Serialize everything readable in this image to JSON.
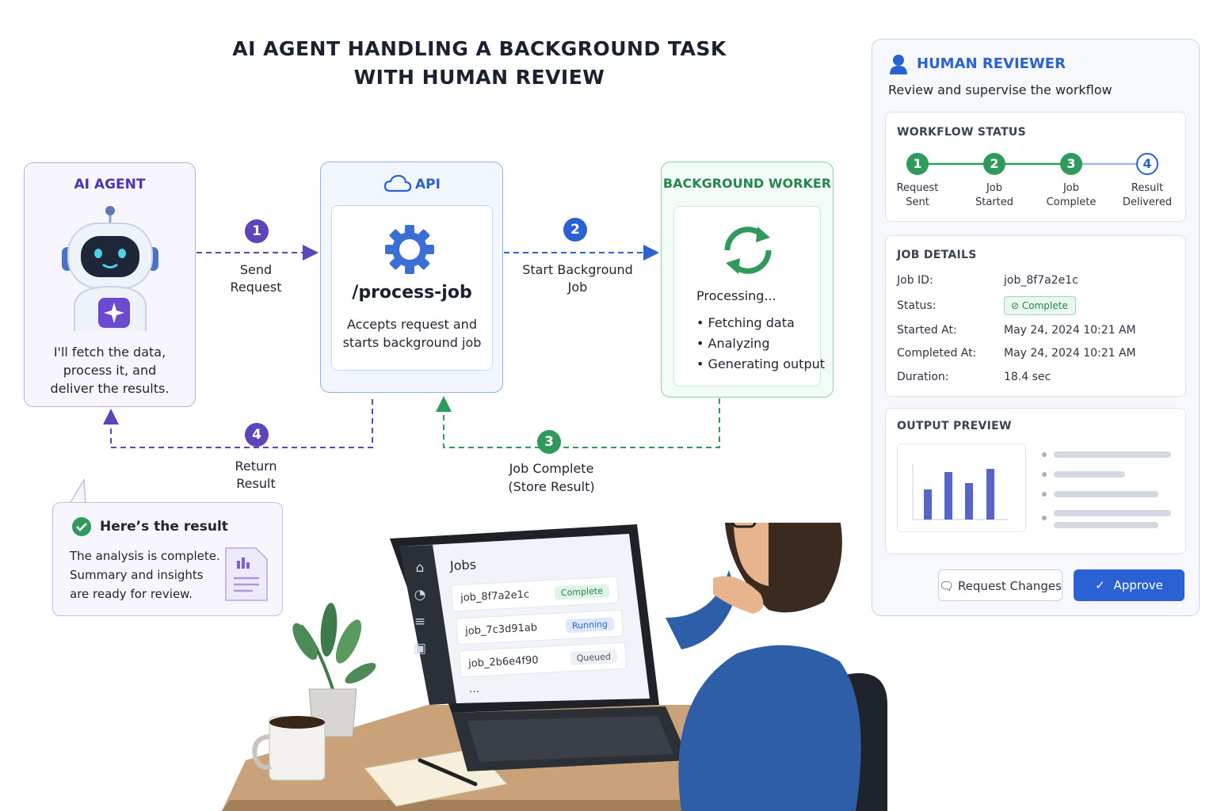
{
  "title": {
    "line1": "AI AGENT HANDLING A BACKGROUND TASK",
    "line2": "WITH HUMAN REVIEW"
  },
  "agent": {
    "title": "AI AGENT",
    "speech_lines": [
      "I'll fetch the data,",
      "process it, and",
      "deliver the results."
    ]
  },
  "api": {
    "title": "API",
    "endpoint": "/process-job",
    "desc_lines": [
      "Accepts request and",
      "starts background job"
    ]
  },
  "worker": {
    "title": "BACKGROUND WORKER",
    "status": "Processing...",
    "tasks": [
      "Fetching data",
      "Analyzing",
      "Generating output"
    ]
  },
  "flows": [
    {
      "num": "1",
      "label_lines": [
        "Send",
        "Request"
      ]
    },
    {
      "num": "2",
      "label_lines": [
        "Start Background",
        "Job"
      ]
    },
    {
      "num": "3",
      "label_lines": [
        "Job Complete",
        "(Store Result)"
      ]
    },
    {
      "num": "4",
      "label_lines": [
        "Return",
        "Result"
      ]
    }
  ],
  "result_bubble": {
    "title": "Here’s the result",
    "lines": [
      "The analysis is complete.",
      "Summary and insights",
      "are ready for review."
    ]
  },
  "laptop": {
    "heading": "Jobs",
    "jobs": [
      {
        "id": "job_8f7a2e1c",
        "status": "Complete"
      },
      {
        "id": "job_7c3d91ab",
        "status": "Running"
      },
      {
        "id": "job_2b6e4f90",
        "status": "Queued"
      }
    ],
    "more": "..."
  },
  "reviewer": {
    "title": "HUMAN REVIEWER",
    "subtitle": "Review and supervise the workflow",
    "workflow": {
      "title": "WORKFLOW STATUS",
      "steps": [
        {
          "num": "1",
          "label_lines": [
            "Request",
            "Sent"
          ]
        },
        {
          "num": "2",
          "label_lines": [
            "Job",
            "Started"
          ]
        },
        {
          "num": "3",
          "label_lines": [
            "Job",
            "Complete"
          ]
        },
        {
          "num": "4",
          "label_lines": [
            "Result",
            "Delivered"
          ]
        }
      ]
    },
    "details": {
      "title": "JOB DETAILS",
      "rows": [
        {
          "label": "Job ID:",
          "value": "job_8f7a2e1c"
        },
        {
          "label": "Status:",
          "value": "Complete"
        },
        {
          "label": "Started At:",
          "value": "May 24, 2024 10:21 AM"
        },
        {
          "label": "Completed At:",
          "value": "May 24, 2024 10:21 AM"
        },
        {
          "label": "Duration:",
          "value": "18.4 sec"
        }
      ]
    },
    "output": {
      "title": "OUTPUT PREVIEW"
    },
    "buttons": {
      "request_changes": "Request Changes",
      "approve": "Approve"
    }
  },
  "colors": {
    "purple": "#5b45b8",
    "blue": "#2a62d4",
    "green": "#2f9a5c",
    "approve": "#2a62d4"
  }
}
